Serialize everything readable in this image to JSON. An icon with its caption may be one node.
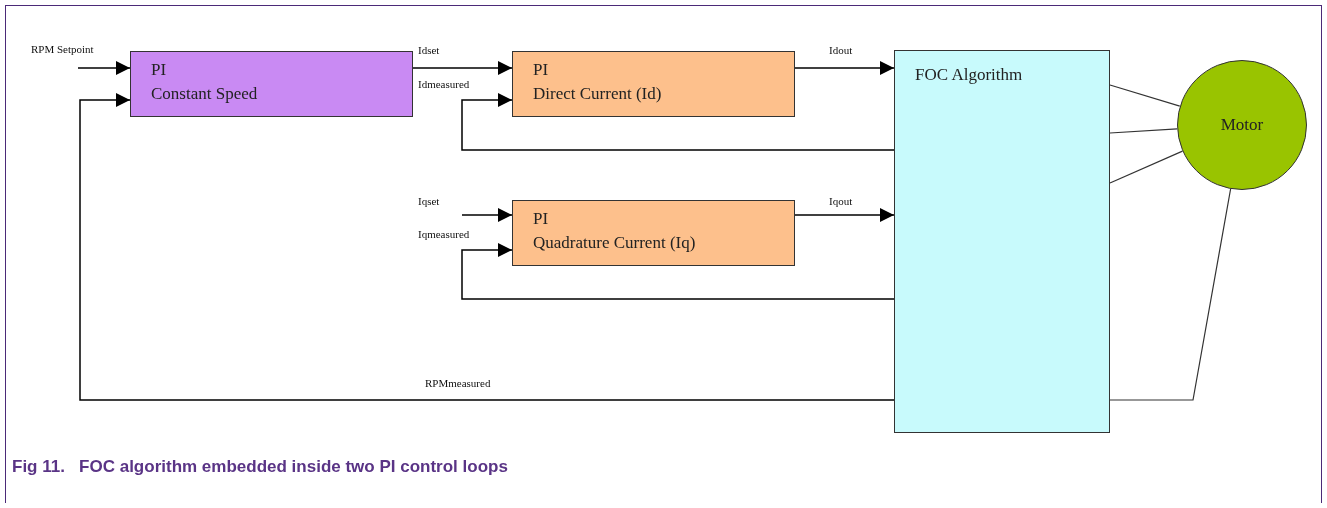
{
  "diagram": {
    "caption": "Fig 11.   FOC algorithm embedded inside two PI control loops",
    "nodes": [
      {
        "text": [
          "PI",
          "Constant Speed"
        ]
      },
      {
        "text": [
          "PI",
          "Direct Current (Id)"
        ]
      },
      {
        "text": [
          "PI",
          "Quadrature Current (Iq)"
        ]
      },
      {
        "text": [
          "FOC Algorithm"
        ]
      },
      {
        "text": [
          "Motor"
        ]
      }
    ],
    "edges": [
      {
        "from": null,
        "to": 0,
        "arrow": "to",
        "label": "RPM Setpoint"
      },
      {
        "from": 3,
        "to": 0,
        "arrow": "to",
        "label": "RPMmeasured"
      },
      {
        "from": 0,
        "to": 1,
        "arrow": "to",
        "label": "Idset"
      },
      {
        "from": 3,
        "to": 1,
        "arrow": "to",
        "label": "Idmeasured"
      },
      {
        "from": 1,
        "to": 3,
        "arrow": "to",
        "label": "Idout"
      },
      {
        "from": null,
        "to": 2,
        "arrow": "to",
        "label": "Iqset"
      },
      {
        "from": 3,
        "to": 2,
        "arrow": "to",
        "label": "Iqmeasured"
      },
      {
        "from": 2,
        "to": 3,
        "arrow": "to",
        "label": "Iqout"
      },
      {
        "from": 3,
        "to": 4,
        "arrow": "none"
      },
      {
        "from": 3,
        "to": 4,
        "arrow": "none"
      },
      {
        "from": 3,
        "to": 4,
        "arrow": "none"
      },
      {
        "from": 3,
        "to": 4,
        "arrow": "none"
      }
    ]
  }
}
